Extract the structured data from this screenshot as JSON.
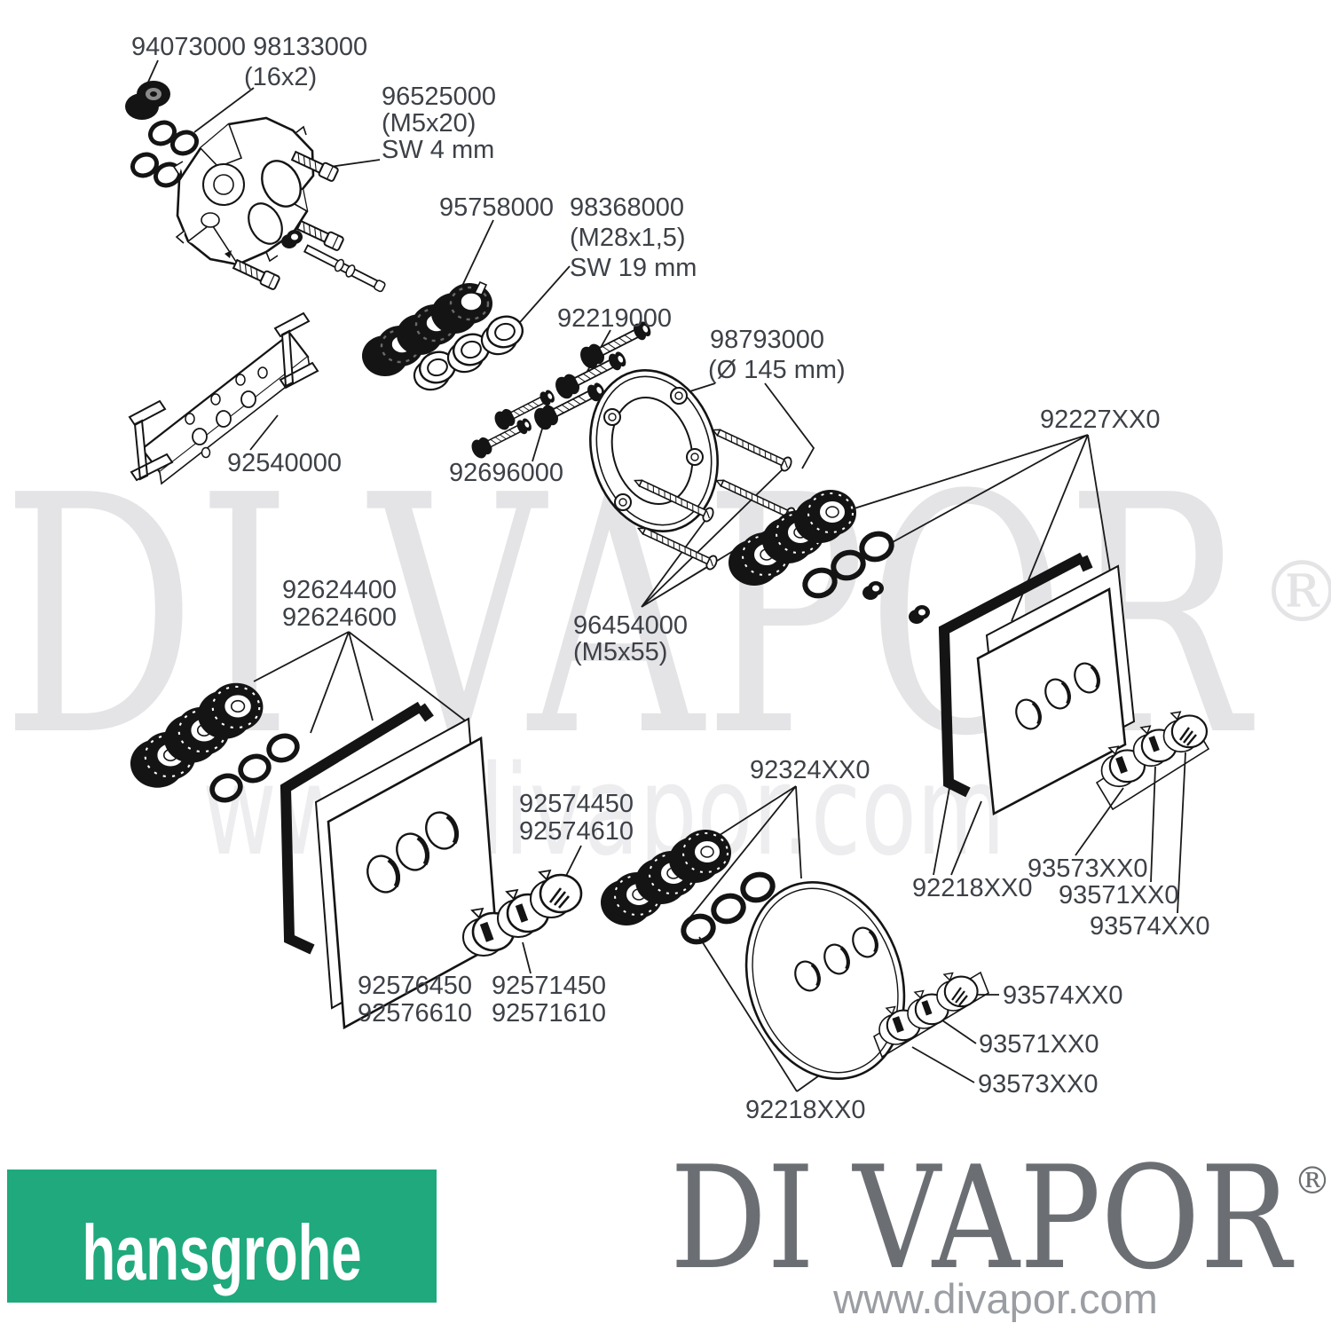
{
  "watermark": {
    "brand": "DI VAPOR",
    "registered": "®",
    "url": "www.divapor.com"
  },
  "footer": {
    "hansgrohe": "hansgrohe",
    "brand": "DI VAPOR",
    "registered": "®",
    "url": "www.divapor.com"
  },
  "colors": {
    "hansgrohe_green": "#1fa97d",
    "divapor_gray": "#6b6e73",
    "label_ink": "#3d4147"
  },
  "parts": {
    "nut_and_seals": "94073000 98133000",
    "nut_and_seals_qty": "(16x2)",
    "screw_m5x20": "96525000",
    "screw_m5x20_size": "(M5x20)",
    "screw_m5x20_sw": "SW 4 mm",
    "cartridge": "95758000",
    "stop_ring": "98368000",
    "stop_ring_size": "(M28x1,5)",
    "stop_ring_sw": "SW 19 mm",
    "bolt_set": "92219000",
    "mounting_plate_round": "98793000",
    "mounting_plate_round_size": "(Ø 145 mm)",
    "wall_bracket": "92540000",
    "bolt_set_2": "92696000",
    "screws_m5x55": "96454000",
    "screws_m5x55_size": "(M5x55)",
    "lock_ring_set_right": "92227XX0",
    "plate_left_a": "92624400",
    "plate_left_b": "92624600",
    "knob_left_right_a": "92574450",
    "knob_left_right_b": "92574610",
    "knob_left_left_a": "92576450",
    "knob_left_left_b": "92576610",
    "knob_left_mid_a": "92571450",
    "knob_left_mid_b": "92571610",
    "plate_round_bottom": "92324XX0",
    "seal_set_right": "92218XX0",
    "seal_set_bottom": "92218XX0",
    "knob_right_1": "93573XX0",
    "knob_right_2": "93571XX0",
    "knob_right_3": "93574XX0",
    "knob_bottom_3": "93574XX0",
    "knob_bottom_2": "93571XX0",
    "knob_bottom_1": "93573XX0"
  }
}
